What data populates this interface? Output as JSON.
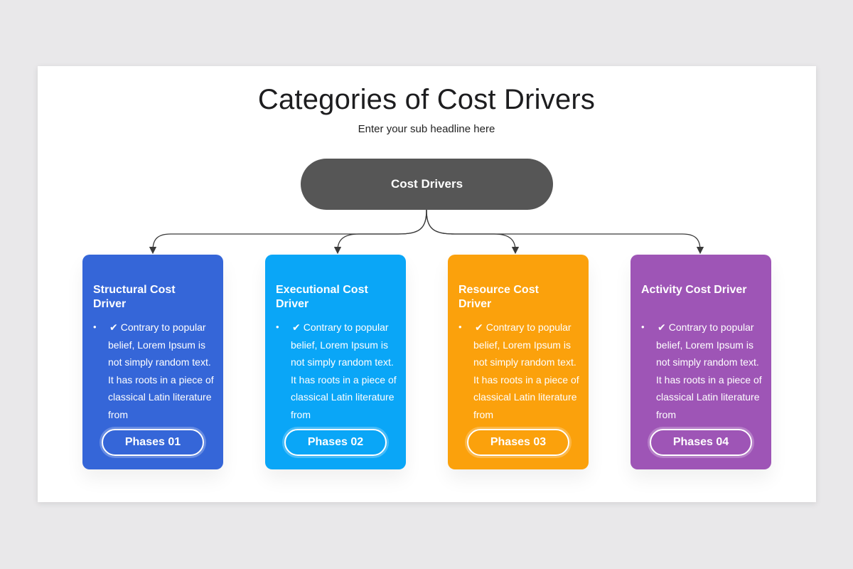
{
  "title": "Categories of Cost Drivers",
  "subtitle": "Enter your sub headline here",
  "root": {
    "label": "Cost Drivers",
    "color": "#565656"
  },
  "cards": [
    {
      "title": "Structural Cost Driver",
      "bullet": "•",
      "check_icon": "check-icon",
      "body": "Contrary to popular belief, Lorem Ipsum is not simply random text. It has roots in a piece of classical Latin literature from",
      "button": "Phases 01",
      "color": "#3566d8"
    },
    {
      "title": "Executional Cost Driver",
      "bullet": "•",
      "check_icon": "check-icon",
      "body": "Contrary to popular belief, Lorem Ipsum is not simply random text. It has roots in a piece of classical Latin literature from",
      "button": "Phases 02",
      "color": "#0aa6f7"
    },
    {
      "title": "Resource Cost Driver",
      "bullet": "•",
      "check_icon": "check-icon",
      "body": "Contrary to popular belief, Lorem Ipsum is not simply random text. It has roots in a piece of classical Latin literature from",
      "button": "Phases 03",
      "color": "#fba10c"
    },
    {
      "title": "Activity Cost Driver",
      "bullet": "•",
      "check_icon": "check-icon",
      "body": "Contrary to popular belief, Lorem Ipsum is not simply random text. It has roots in a piece of classical Latin literature from",
      "button": "Phases 04",
      "color": "#9e55b6"
    }
  ]
}
